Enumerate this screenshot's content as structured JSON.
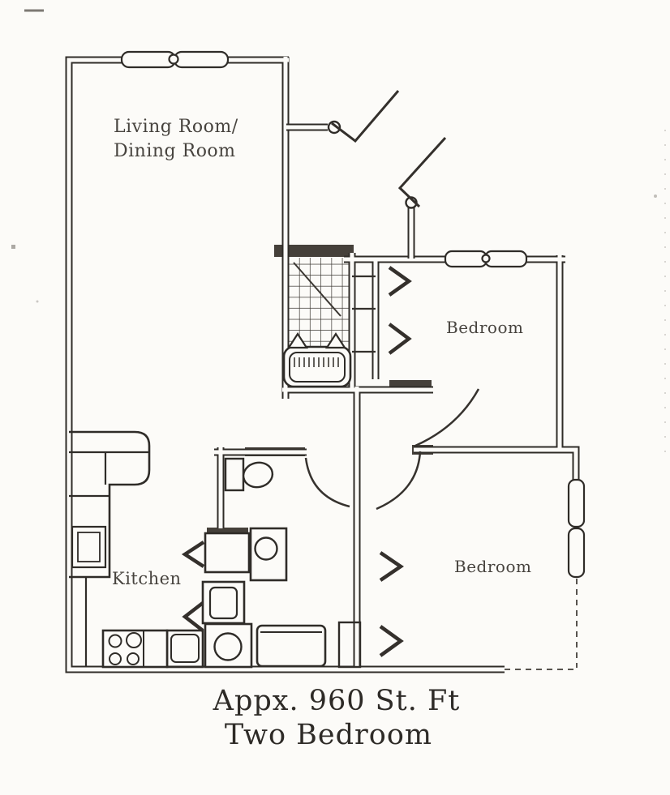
{
  "page": {
    "background_color": "#fcfbf8",
    "ink_color": "#2f2c28"
  },
  "floor_plan": {
    "labels": {
      "living_dining_line1": "Living Room/",
      "living_dining_line2": "Dining Room",
      "bedroom_upper": "Bedroom",
      "bedroom_lower": "Bedroom",
      "kitchen": "Kitchen"
    },
    "caption": {
      "line1": "Appx. 960 St. Ft",
      "line2": "Two Bedroom"
    },
    "symbols": [
      "window",
      "door-swing-arc",
      "bifold-closet-door",
      "bathtub",
      "toilet",
      "sink",
      "stove-burners",
      "kitchen-counter",
      "tiled-bath-floor"
    ]
  }
}
